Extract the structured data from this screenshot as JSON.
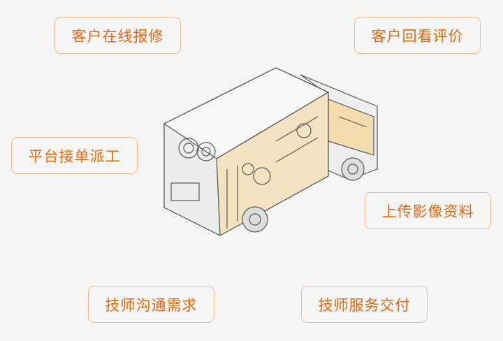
{
  "steps": [
    {
      "label": "客户在线报修"
    },
    {
      "label": "客户回看评价"
    },
    {
      "label": "平台接单派工"
    },
    {
      "label": "上传影像资料"
    },
    {
      "label": "技师沟通需求"
    },
    {
      "label": "技师服务交付"
    }
  ],
  "colors": {
    "accent": "#e8680f",
    "border": "#f1b98c",
    "background": "#f5f5f5",
    "truck_highlight": "#f3dcae"
  }
}
